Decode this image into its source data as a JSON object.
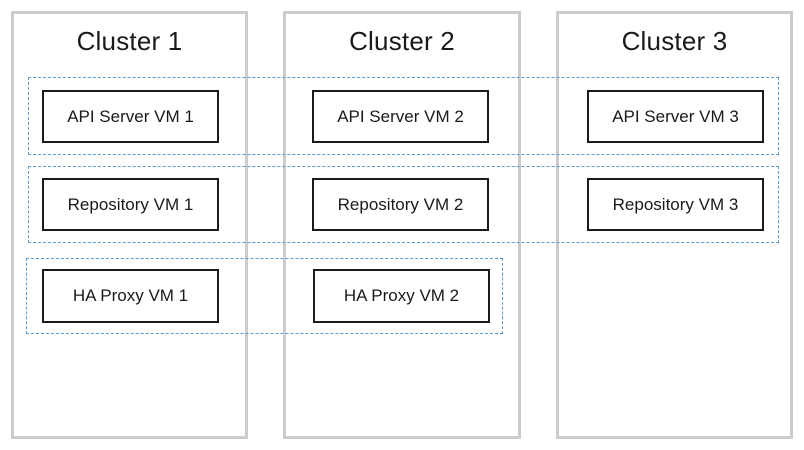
{
  "clusters": [
    {
      "title": "Cluster 1"
    },
    {
      "title": "Cluster 2"
    },
    {
      "title": "Cluster 3"
    }
  ],
  "groups": {
    "api_server": {
      "color": "#5b9bd5",
      "vms": [
        "API Server VM 1",
        "API Server VM 2",
        "API Server VM 3"
      ]
    },
    "repository": {
      "color": "#5b9bd5",
      "vms": [
        "Repository VM 1",
        "Repository VM 2",
        "Repository VM 3"
      ]
    },
    "ha_proxy": {
      "color": "#5b9bd5",
      "vms": [
        "HA Proxy VM 1",
        "HA Proxy VM 2"
      ]
    }
  }
}
